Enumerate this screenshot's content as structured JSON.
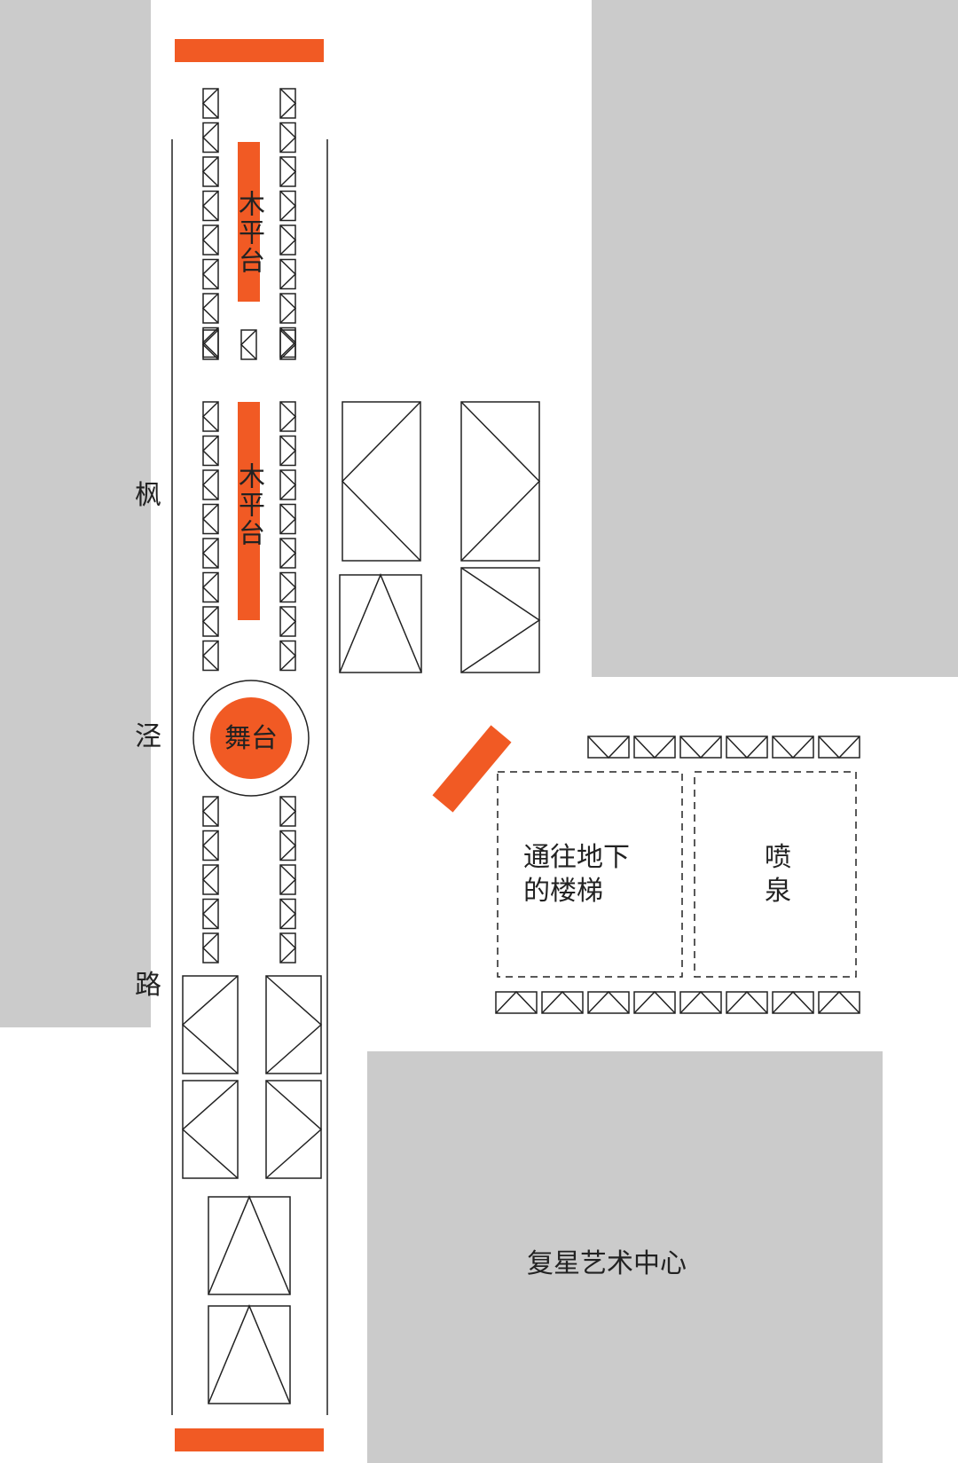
{
  "colors": {
    "building": "#cbcbcb",
    "accent": "#f15a24",
    "line": "#222222",
    "background": "#ffffff"
  },
  "labels": {
    "road": [
      "枫",
      "泾",
      "路"
    ],
    "platform_top": "木平台",
    "platform_mid": "木平台",
    "stage": "舞台",
    "stairs": "通往地下\n的楼梯",
    "fountain": "喷\n泉",
    "arts_center": "复星艺术中心"
  }
}
